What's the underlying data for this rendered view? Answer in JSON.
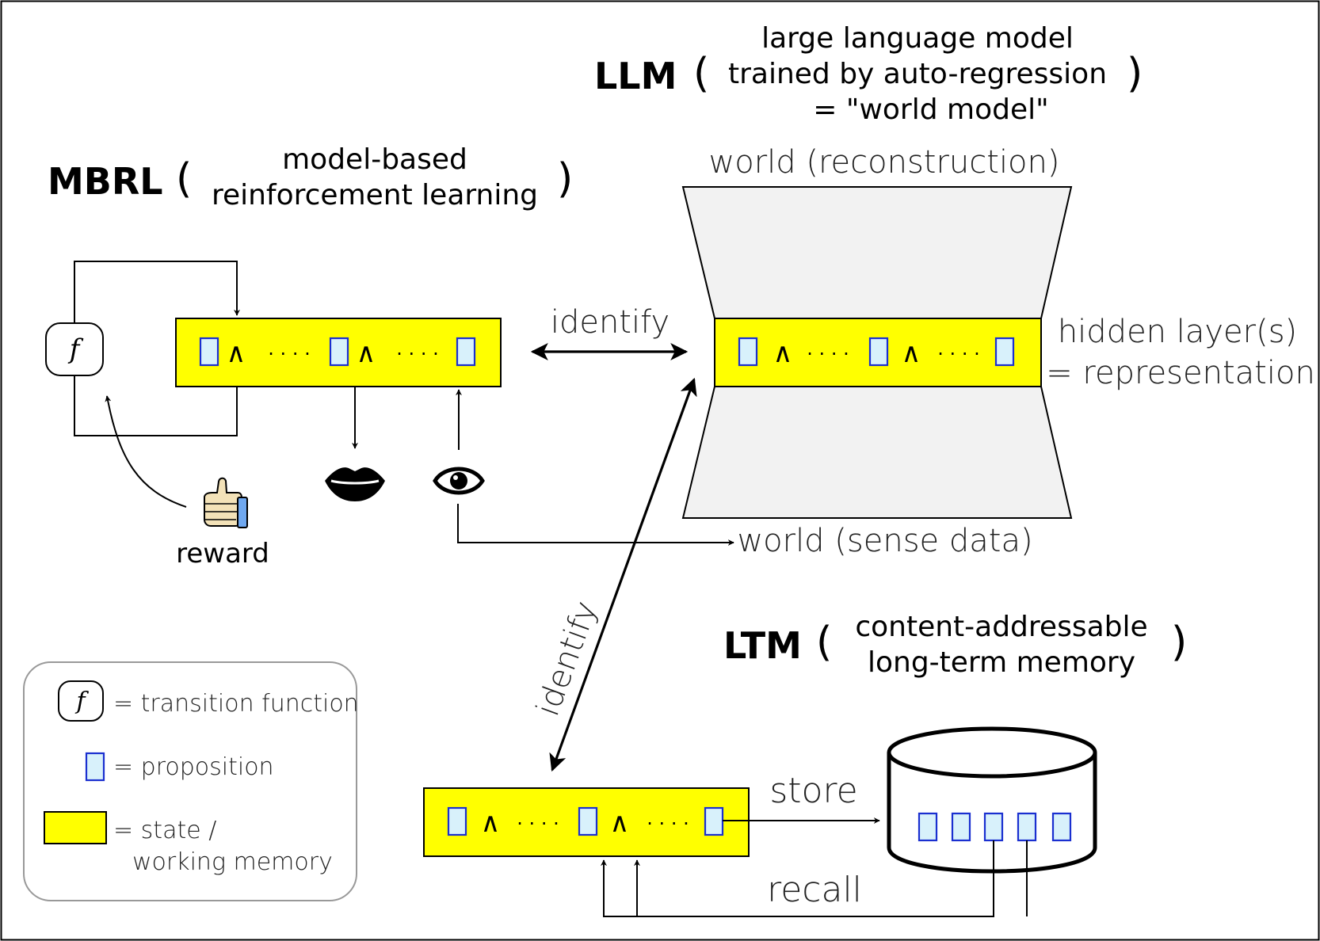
{
  "mbrl": {
    "acronym": "MBRL",
    "open_paren": "(",
    "close_paren": ")",
    "desc_line1": "model-based",
    "desc_line2": "reinforcement learning"
  },
  "llm": {
    "acronym": "LLM",
    "open_paren": "(",
    "close_paren": ")",
    "desc_line1": "large language model",
    "desc_line2": "trained by auto-regression",
    "desc_line3": "= \"world model\""
  },
  "ltm": {
    "acronym": "LTM",
    "open_paren": "(",
    "close_paren": ")",
    "desc_line1": "content-addressable",
    "desc_line2": "long-term memory"
  },
  "labels": {
    "world_reconstruction": "world (reconstruction)",
    "world_sense_data": "world (sense data)",
    "hidden_layer_line1": "hidden layer(s)",
    "hidden_layer_line2": "= representation",
    "identify_horizontal": "identify",
    "identify_diagonal": "identify",
    "reward": "reward",
    "store": "store",
    "recall": "recall",
    "function_symbol": "f"
  },
  "state_chain": {
    "and_symbol": "∧",
    "dots": "· · · ·"
  },
  "legend": {
    "function_symbol": "f",
    "function_text": "= transition function",
    "proposition_text": "= proposition",
    "state_text_line1": "= state /",
    "state_text_line2": "working memory"
  },
  "colors": {
    "state_fill": "#ffff00",
    "proposition_fill": "#d8f1fb",
    "proposition_stroke": "#1a2fd0",
    "funnel_fill": "#f2f2f2",
    "hand_skin": "#f3e2b8",
    "cuff": "#6fa8f0"
  },
  "icons": [
    "lips-icon",
    "eye-icon",
    "thumbs-up-icon",
    "database-cylinder-icon"
  ]
}
